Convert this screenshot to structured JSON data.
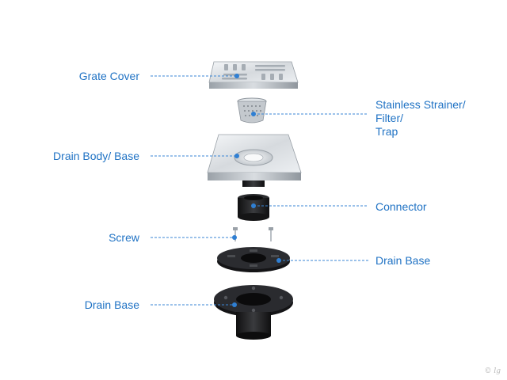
{
  "labels": {
    "grate_cover": "Grate Cover",
    "strainer_line1": "Stainless Strainer/",
    "strainer_line2": "Filter/",
    "strainer_line3": "Trap",
    "drain_body": "Drain Body/ Base",
    "connector": "Connector",
    "screw": "Screw",
    "drain_base_right": "Drain Base",
    "drain_base_left": "Drain Base"
  },
  "watermark": "© lg",
  "colors": {
    "label_text": "#1f72c4",
    "leader_line": "#3a86d6",
    "steel_light": "#eef1f4",
    "steel_mid": "#c7ccd2",
    "steel_dark": "#8d949c",
    "rubber": "#1c1c1e"
  }
}
